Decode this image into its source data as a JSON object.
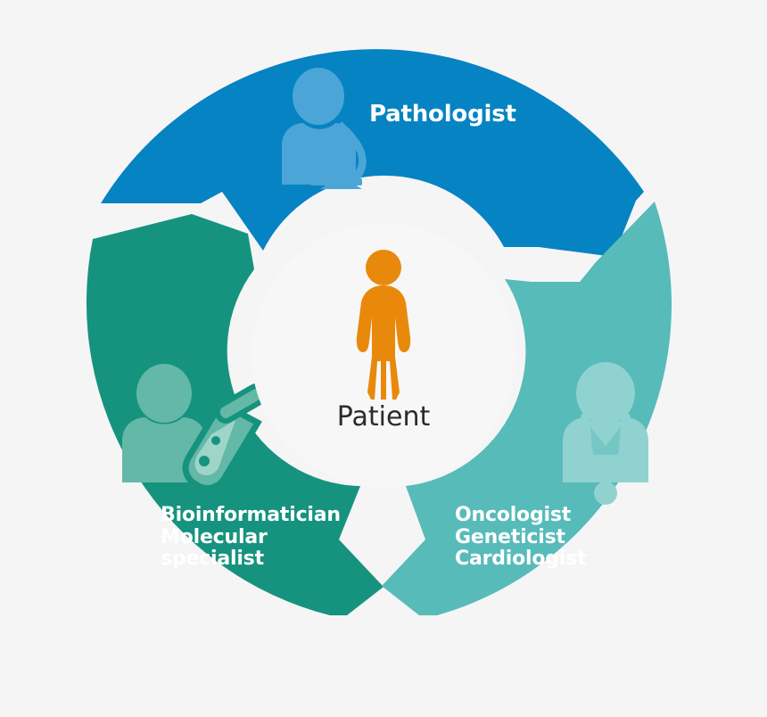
{
  "diagram": {
    "title": "Patient-centered multidisciplinary care wheel",
    "background_color": "#f5f5f5",
    "center": {
      "label": "Patient",
      "icon": "person-figure-icon",
      "icon_color": "#e8890c",
      "text_color": "#2b2b2b",
      "circle_color": "#f7f7f7"
    },
    "segments": [
      {
        "id": "pathologist",
        "label": "Pathologist",
        "icon": "person-microscope-icon",
        "color": "#0683c3",
        "icon_color": "#4ba5d6",
        "text_color": "#ffffff",
        "position": "top"
      },
      {
        "id": "bioinformatician",
        "label": "Bioinformatician\nMolecular\nspecialist",
        "icon": "person-test-tube-icon",
        "color": "#15937e",
        "icon_color": "#63b8a8",
        "text_color": "#ffffff",
        "position": "bottom-left"
      },
      {
        "id": "oncologist",
        "label": "Oncologist\nGeneticist\nCardiologist",
        "icon": "doctor-stethoscope-icon",
        "color": "#57bbba",
        "icon_color": "#8fd2d0",
        "text_color": "#ffffff",
        "position": "bottom-right"
      }
    ]
  }
}
